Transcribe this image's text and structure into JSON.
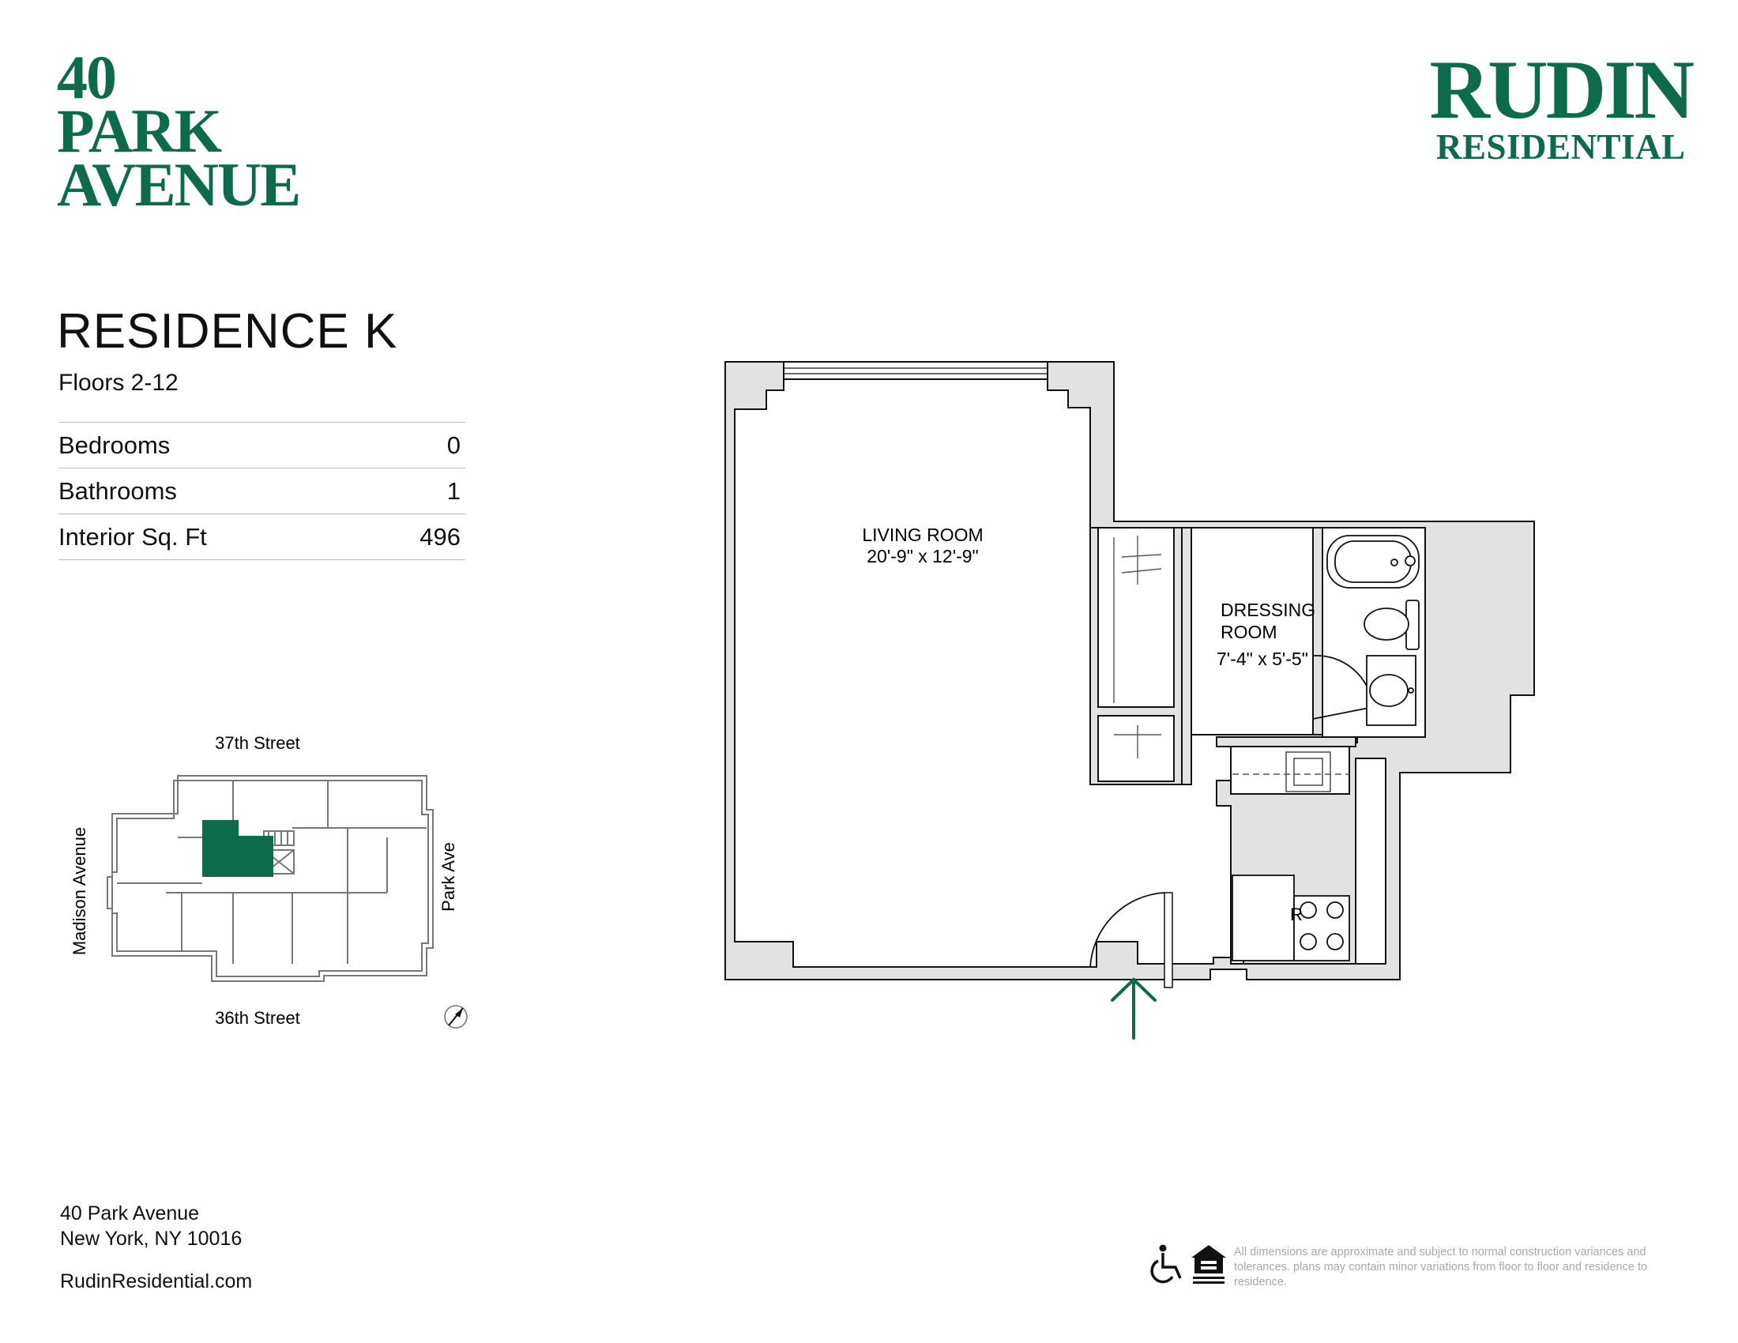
{
  "header": {
    "building_line1": "40",
    "building_line2": "PARK",
    "building_line3": "AVENUE",
    "brand_line1": "RUDIN",
    "brand_line2": "RESIDENTIAL"
  },
  "residence": {
    "title": "RESIDENCE K",
    "floors": "Floors 2-12",
    "specs": [
      {
        "label": "Bedrooms",
        "value": "0"
      },
      {
        "label": "Bathrooms",
        "value": "1"
      },
      {
        "label": "Interior Sq. Ft",
        "value": "496"
      }
    ]
  },
  "key_plan": {
    "top_street": "37th Street",
    "bottom_street": "36th Street",
    "left_street": "Madison Avenue",
    "right_street": "Park Ave",
    "highlight_color": "#0b6b4a"
  },
  "floor_plan": {
    "living_room_label": "LIVING ROOM",
    "living_room_dims": "20'-9\" x 12'-9\"",
    "dressing_room_label_1": "DRESSING",
    "dressing_room_label_2": "ROOM",
    "dressing_room_dims": "7'-4\" x 5'-5\"",
    "refrigerator_label": "R",
    "wall_fill": "#e2e2e2",
    "entry_arrow_color": "#0b6b4a"
  },
  "footer": {
    "address_line1": "40 Park Avenue",
    "address_line2": "New York, NY 10016",
    "website": "RudinResidential.com",
    "disclaimer": "All dimensions are approximate and subject to normal construction variances and tolerances. plans may contain minor variations from floor to floor and residence to residence."
  },
  "brand_color": "#0b6b4a"
}
